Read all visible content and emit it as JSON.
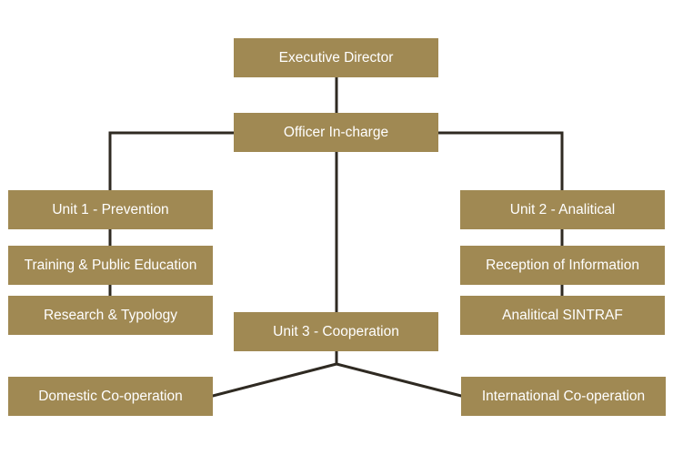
{
  "org_chart": {
    "executive_director": "Executive Director",
    "officer_in_charge": "Officer In-charge",
    "unit1": {
      "title": "Unit 1 - Prevention",
      "sections": [
        "Training & Public Education",
        "Research & Typology"
      ]
    },
    "unit2": {
      "title": "Unit 2 - Analitical",
      "sections": [
        "Reception of Information",
        "Analitical SINTRAF"
      ]
    },
    "unit3": {
      "title": "Unit 3 - Cooperation",
      "sections": [
        "Domestic Co-operation",
        "International Co-operation"
      ]
    }
  },
  "colors": {
    "box_fill": "#a08953",
    "box_text": "#ffffff",
    "connector": "#2f2a22"
  }
}
